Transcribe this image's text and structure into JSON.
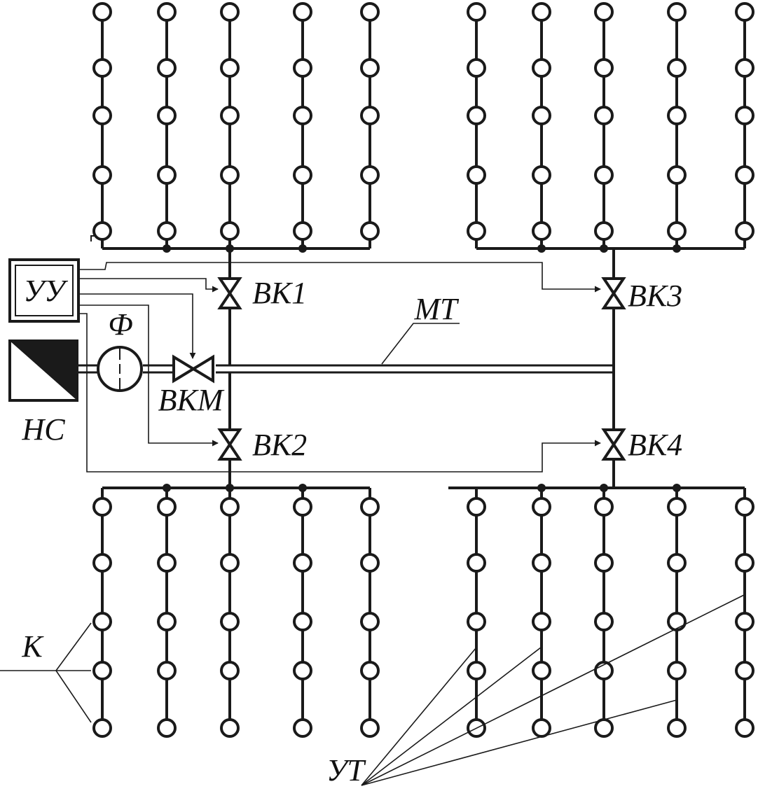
{
  "labels": {
    "control_unit": "УУ",
    "pump_station": "НС",
    "filter": "Ф",
    "main_pipe": "МТ",
    "valve_main": "ВКМ",
    "valve_1": "ВК1",
    "valve_2": "ВК2",
    "valve_3": "ВК3",
    "valve_4": "ВК4",
    "dropper": "К",
    "dropper_pipe": "УТ"
  },
  "colors": {
    "line": "#1a1a1a",
    "background": "#ffffff",
    "pump_fill": "#1a1a1a"
  }
}
